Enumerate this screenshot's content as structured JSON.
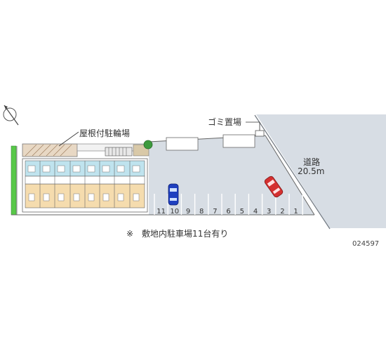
{
  "labels": {
    "garbage": "ゴミ置場",
    "bike_parking": "屋根付駐輪場",
    "road_name": "道路",
    "road_width": "20.5m",
    "note": "※　敷地内駐車場11台有り",
    "property_code": "024597"
  },
  "parking_spaces": [
    "11",
    "10",
    "9",
    "8",
    "7",
    "6",
    "5",
    "4",
    "3",
    "2",
    "1"
  ],
  "colors": {
    "lot": "#d7dde4",
    "road": "#d7dde4",
    "building_blue": "#bfe3ee",
    "building_orange": "#f5dcae",
    "grass": "#58c848",
    "car_blue": "#1e3fbf",
    "car_red": "#d43030"
  },
  "icons": [
    "compass-icon"
  ]
}
